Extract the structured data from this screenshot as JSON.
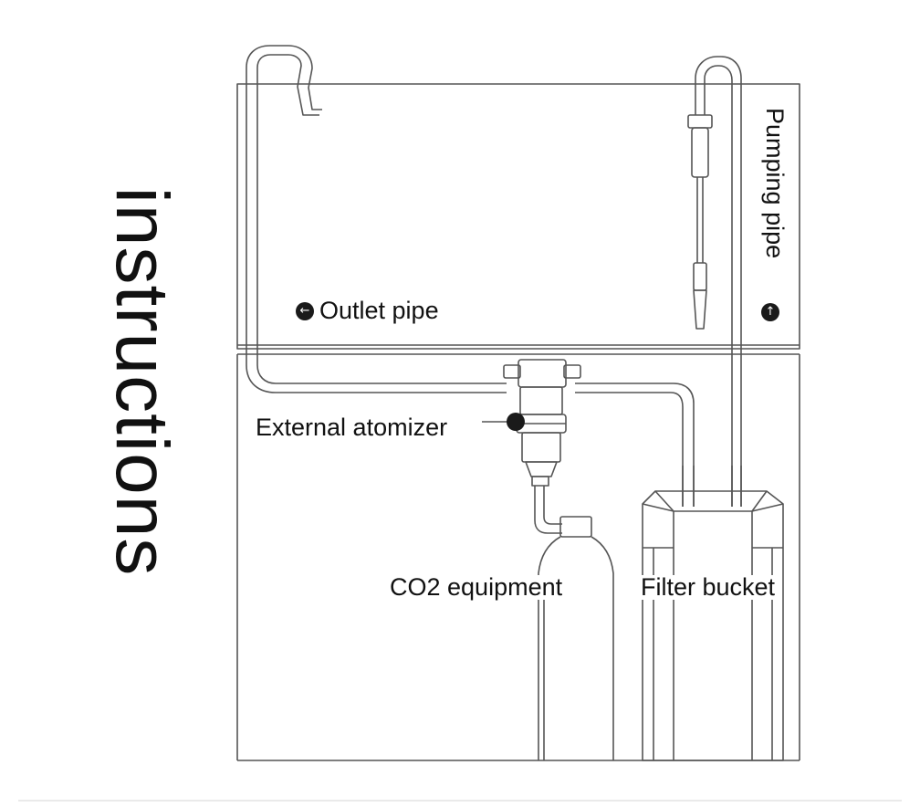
{
  "title": "instructions",
  "labels": {
    "outlet_pipe": "Outlet pipe",
    "pumping_pipe": "Pumping pipe",
    "external_atomizer": "External atomizer",
    "co2_equipment": "CO2 equipment",
    "filter_bucket": "Filter bucket"
  },
  "icons": {
    "outlet_arrow": "left-arrow-circle-icon",
    "pumping_arrow": "up-arrow-circle-icon",
    "atomizer_marker": "filled-dot-icon"
  },
  "colors": {
    "line": "#4a4a4a",
    "text": "#111111",
    "marker": "#1a1a1a"
  }
}
